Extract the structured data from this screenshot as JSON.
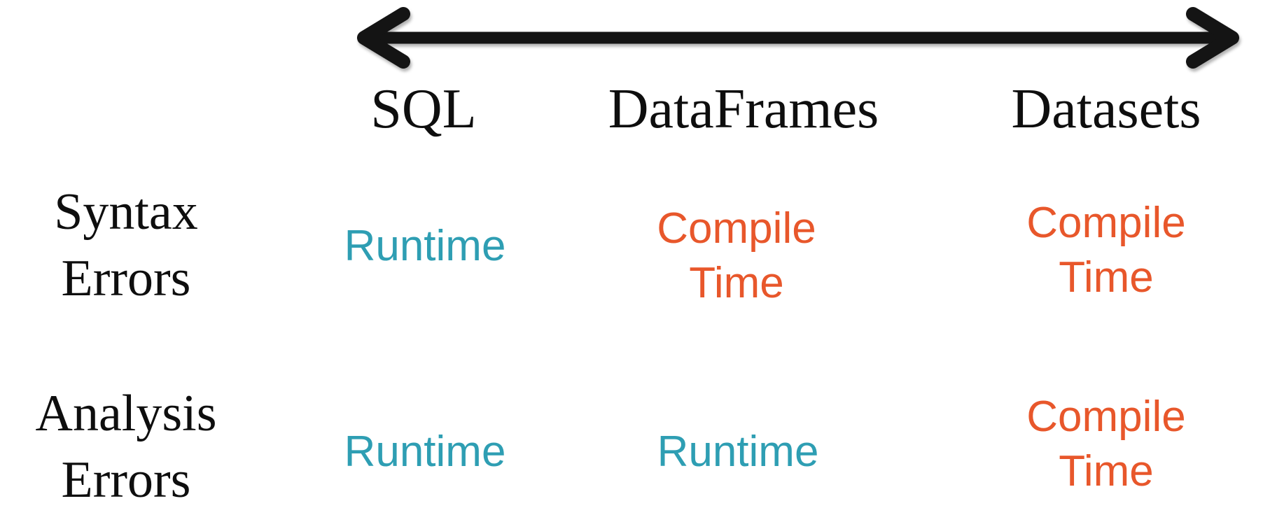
{
  "slide": {
    "background": "#ffffff"
  },
  "arrow": {
    "icon": "double-headed-arrow",
    "color": "#141414"
  },
  "colors": {
    "runtime_text": "#2E9EB3",
    "compile_text": "#E8572B",
    "heading_text": "#0E0E0E",
    "arrow": "#141414"
  },
  "table": {
    "columns": [
      "SQL",
      "DataFrames",
      "Datasets"
    ],
    "rows": [
      {
        "label": "Syntax Errors",
        "cells": [
          {
            "text": "Runtime",
            "kind": "runtime"
          },
          {
            "text": "Compile Time",
            "kind": "compile"
          },
          {
            "text": "Compile Time",
            "kind": "compile"
          }
        ]
      },
      {
        "label": "Analysis Errors",
        "cells": [
          {
            "text": "Runtime",
            "kind": "runtime"
          },
          {
            "text": "Runtime",
            "kind": "runtime"
          },
          {
            "text": "Compile Time",
            "kind": "compile"
          }
        ]
      }
    ]
  }
}
